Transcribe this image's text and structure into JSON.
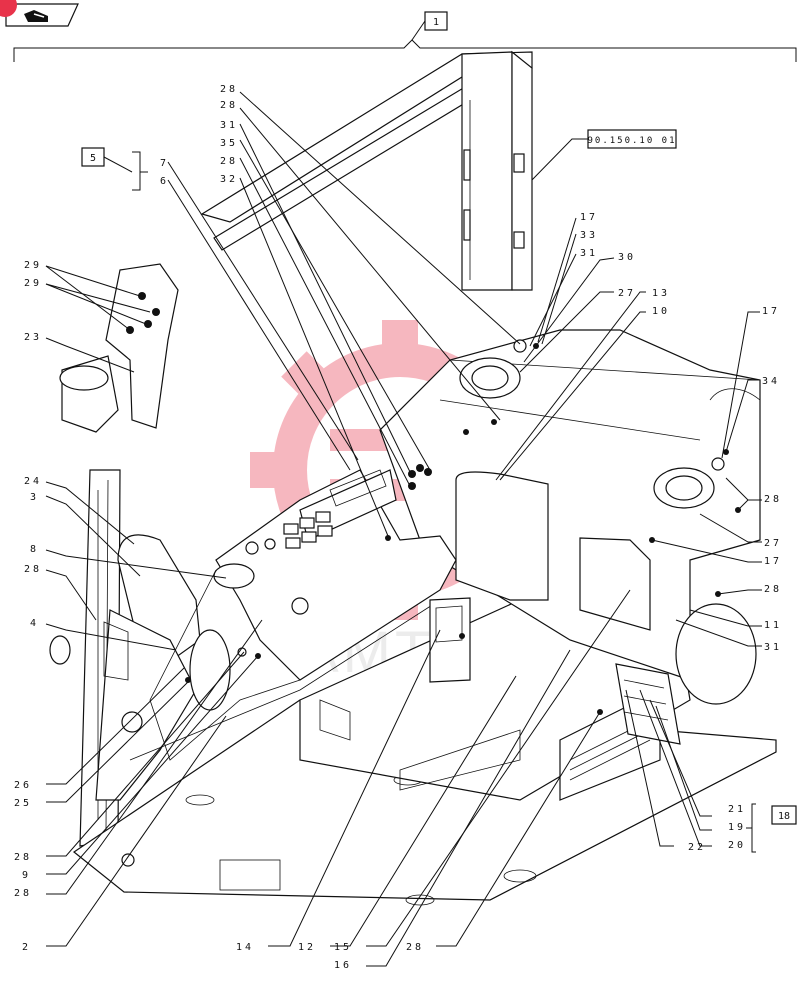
{
  "nav": {
    "icon": "pointer-hand-icon",
    "badge_color": "#e8334a"
  },
  "assembly_ref": "1",
  "cross_ref": "90.150.10 01",
  "watermark": {
    "text": "AMTEX",
    "color": "#e8334a"
  },
  "group_5": {
    "box": "5",
    "items": [
      "7",
      "6"
    ]
  },
  "group_18": {
    "box": "18",
    "items": [
      "21",
      "19",
      "20"
    ]
  },
  "callouts": {
    "top_fan": [
      "28",
      "28",
      "31",
      "35",
      "28",
      "32"
    ],
    "left_top": [
      "29",
      "29",
      "23"
    ],
    "left_mid": [
      "24",
      "3",
      "8",
      "28",
      "4"
    ],
    "left_bottom": [
      "26",
      "25",
      "28",
      "9",
      "28",
      "2"
    ],
    "bottom": [
      "14",
      "12",
      "15",
      "16",
      "28"
    ],
    "right_upper": [
      "17",
      "33",
      "31",
      "30",
      "27",
      "13",
      "10"
    ],
    "right_mid": [
      "17",
      "34",
      "28",
      "27",
      "17",
      "28",
      "11",
      "31"
    ],
    "right_bottom": [
      "22"
    ]
  }
}
